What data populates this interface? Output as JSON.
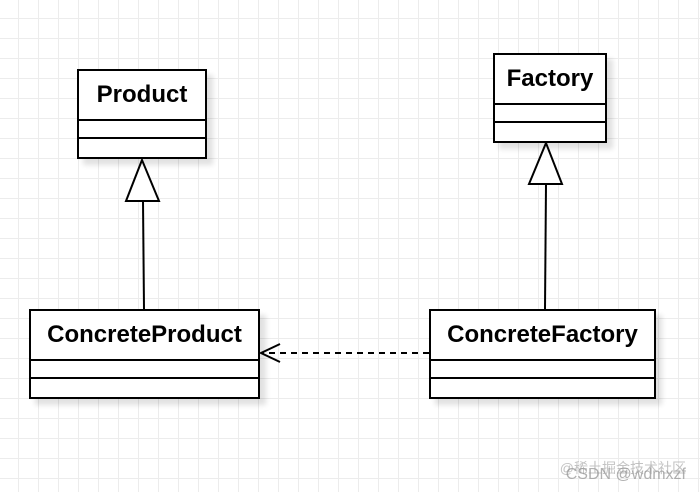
{
  "diagram": {
    "classes": {
      "product": {
        "name": "Product"
      },
      "factory": {
        "name": "Factory"
      },
      "concrete_product": {
        "name": "ConcreteProduct"
      },
      "concrete_factory": {
        "name": "ConcreteFactory"
      }
    },
    "relations": [
      {
        "type": "inheritance",
        "from": "ConcreteProduct",
        "to": "Product"
      },
      {
        "type": "inheritance",
        "from": "ConcreteFactory",
        "to": "Factory"
      },
      {
        "type": "dependency",
        "from": "ConcreteFactory",
        "to": "ConcreteProduct"
      }
    ]
  },
  "watermark": {
    "line1": "@稀土掘金技术社区",
    "line2": "CSDN @wdmxzf"
  }
}
